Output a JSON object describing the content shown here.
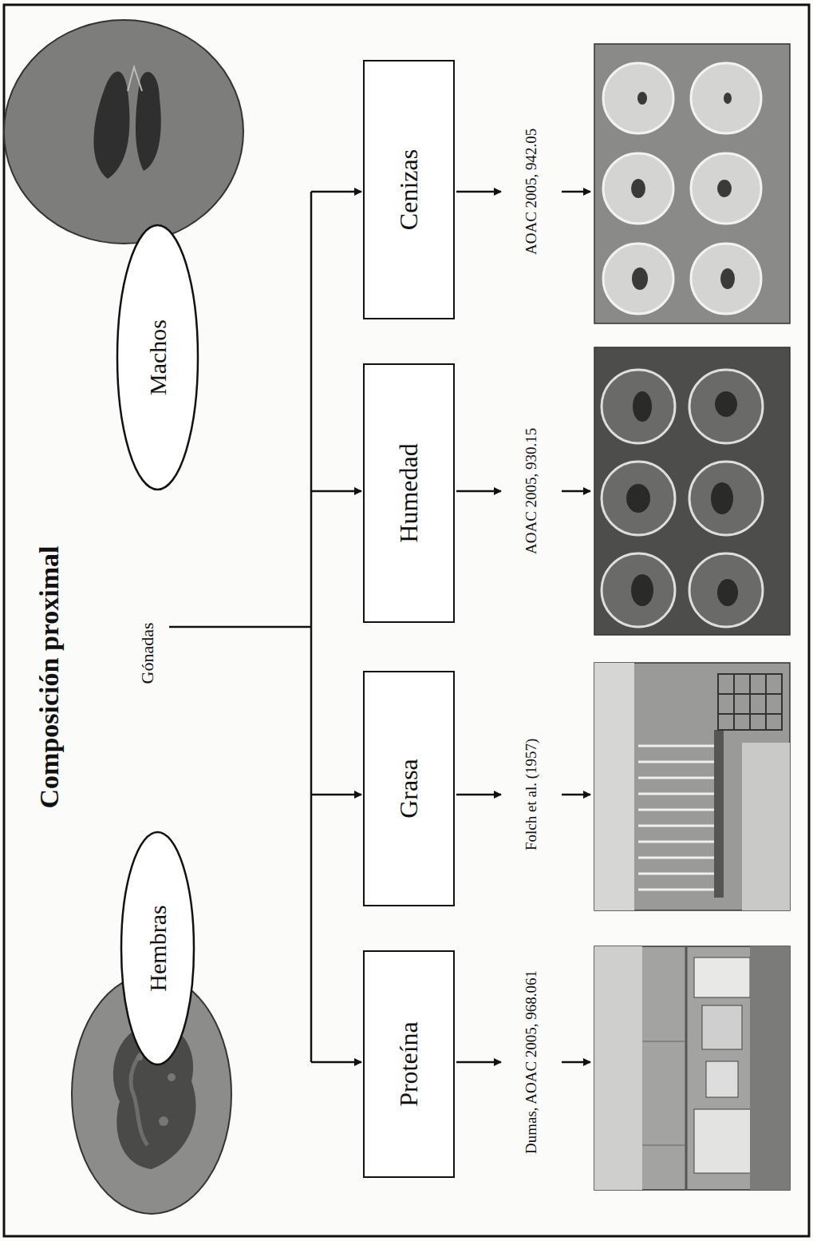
{
  "diagram": {
    "title": "Composición proximal",
    "nodes": [
      {
        "text": [
          "Hembras"
        ]
      },
      {
        "text": [
          "Machos"
        ]
      },
      {
        "text": [
          "Proteína"
        ]
      },
      {
        "text": [
          "Grasa"
        ]
      },
      {
        "text": [
          "Humedad"
        ]
      },
      {
        "text": [
          "Cenizas"
        ]
      }
    ],
    "labels": [
      "Gónadas",
      "Dumas, AOAC 2005, 968.061",
      "Folch et al. (1957)",
      "AOAC 2005, 930.15",
      "AOAC 2005, 942.05"
    ]
  }
}
